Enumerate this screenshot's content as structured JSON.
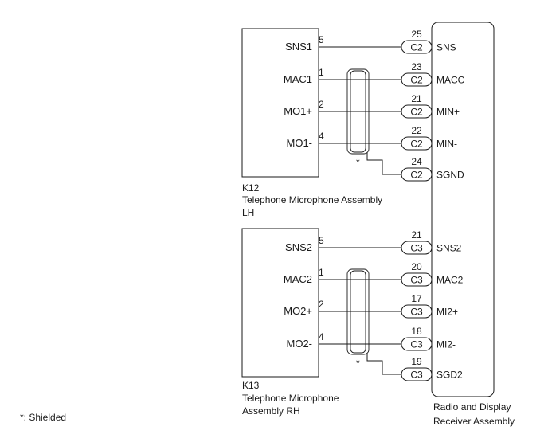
{
  "footnote": "*: Shielded",
  "shield_marker": "*",
  "radio": {
    "name_line1": "Radio and Display",
    "name_line2": "Receiver Assembly"
  },
  "k12": {
    "code": "K12",
    "name_line1": "Telephone Microphone Assembly",
    "name_line2": "LH",
    "connections": [
      {
        "label": "SNS1",
        "pin": "5",
        "conn_pin": "25",
        "connector": "C2",
        "radio_label": "SNS"
      },
      {
        "label": "MAC1",
        "pin": "1",
        "conn_pin": "23",
        "connector": "C2",
        "radio_label": "MACC"
      },
      {
        "label": "MO1+",
        "pin": "2",
        "conn_pin": "21",
        "connector": "C2",
        "radio_label": "MIN+"
      },
      {
        "label": "MO1-",
        "pin": "4",
        "conn_pin": "22",
        "connector": "C2",
        "radio_label": "MIN-"
      }
    ],
    "ground": {
      "conn_pin": "24",
      "connector": "C2",
      "radio_label": "SGND"
    }
  },
  "k13": {
    "code": "K13",
    "name_line1": "Telephone Microphone",
    "name_line2": "Assembly RH",
    "connections": [
      {
        "label": "SNS2",
        "pin": "5",
        "conn_pin": "21",
        "connector": "C3",
        "radio_label": "SNS2"
      },
      {
        "label": "MAC2",
        "pin": "1",
        "conn_pin": "20",
        "connector": "C3",
        "radio_label": "MAC2"
      },
      {
        "label": "MO2+",
        "pin": "2",
        "conn_pin": "17",
        "connector": "C3",
        "radio_label": "MI2+"
      },
      {
        "label": "MO2-",
        "pin": "4",
        "conn_pin": "18",
        "connector": "C3",
        "radio_label": "MI2-"
      }
    ],
    "ground": {
      "conn_pin": "19",
      "connector": "C3",
      "radio_label": "SGD2"
    }
  }
}
